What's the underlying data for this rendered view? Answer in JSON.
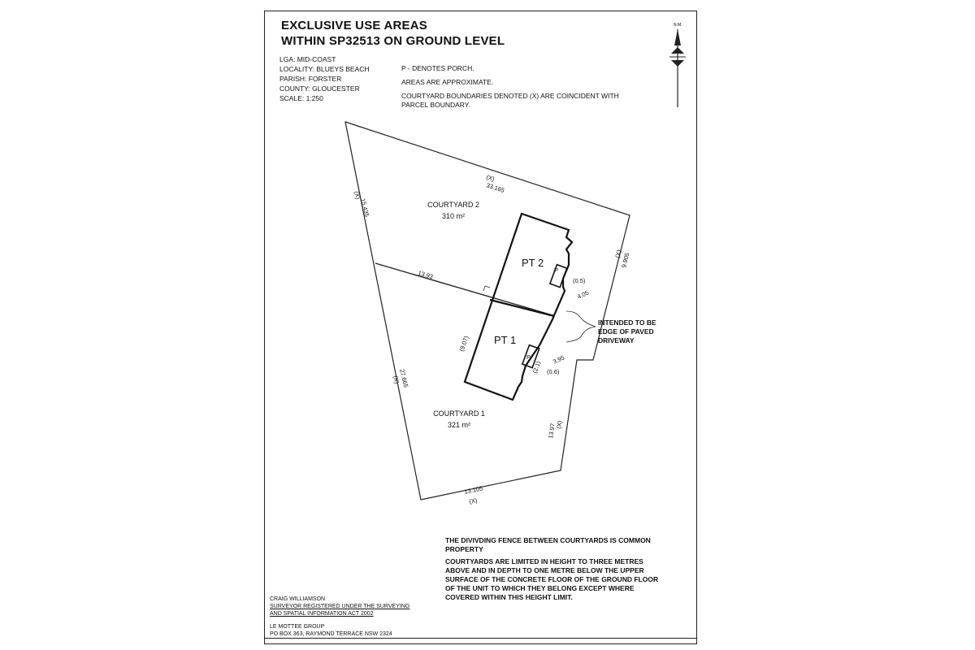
{
  "document": {
    "title_line1": "EXCLUSIVE USE AREAS",
    "title_line2": "WITHIN SP32513 ON GROUND LEVEL",
    "north_label": "N.M."
  },
  "details": {
    "lga": "LGA:  MID-COAST",
    "locality": "LOCALITY: BLUEYS BEACH",
    "parish": "PARISH: FORSTER",
    "county": "COUNTY: GLOUCESTER",
    "scale": "SCALE:     1:250"
  },
  "notes": {
    "porch": "P - DENOTES PORCH.",
    "approx": "AREAS ARE APPROXIMATE.",
    "boundary_line1": "COURTYARD BOUNDARIES DENOTED (X) ARE COINCIDENT WITH",
    "boundary_line2": "PARCEL BOUNDARY."
  },
  "plan": {
    "courtyard2_name": "COURTYARD 2",
    "courtyard2_area": "310 m²",
    "courtyard1_name": "COURTYARD 1",
    "courtyard1_area": "321 m²",
    "pt2": "PT 2",
    "pt1": "PT 1",
    "porch_label": "P",
    "dim_top": "33.165",
    "dim_left_upper": "15.435",
    "dim_left_lower": "27.665",
    "dim_right_upper": "9.905",
    "dim_right_lower": "13.97",
    "dim_bottom": "13.105",
    "dim_divider": "13.93",
    "dim_pt_side": "(9.07)",
    "dim_porch2_a": "(0.5)",
    "dim_porch2_b": "4.05",
    "dim_porch1_a": "(2.1)",
    "dim_porch1_b": "(0.6)",
    "dim_porch1_c": "3.95",
    "x_marker": "(X)",
    "driveway_line1": "INTENDED TO BE",
    "driveway_line2": "EDGE OF PAVED",
    "driveway_line3": "DRIVEWAY"
  },
  "statement": {
    "para1_line1": "THE DIVIVDING FENCE BETWEEN COURTYARDS IS COMMON",
    "para1_line2": "PROPERTY",
    "para2_line1": "COURTYARDS ARE LIMITED IN HEIGHT TO THREE METRES",
    "para2_line2": "ABOVE AND IN DEPTH TO ONE METRE BELOW THE UPPER",
    "para2_line3": "SURFACE OF THE CONCRETE FLOOR OF THE GROUND FLOOR",
    "para2_line4": "OF THE UNIT TO WHICH THEY BELONG EXCEPT WHERE",
    "para2_line5": "COVERED WITHIN THIS HEIGHT LIMIT."
  },
  "surveyor": {
    "name": "CRAIG WILLIAMSON",
    "cert_line1": "SURVEYOR REGISTERED UNDER THE SURVEYING",
    "cert_line2": "AND SPATIAL INFORMATION ACT 2002",
    "firm": "LE MOTTEE GROUP",
    "address": "PO BOX 363, RAYMOND TERRACE NSW 2324"
  }
}
